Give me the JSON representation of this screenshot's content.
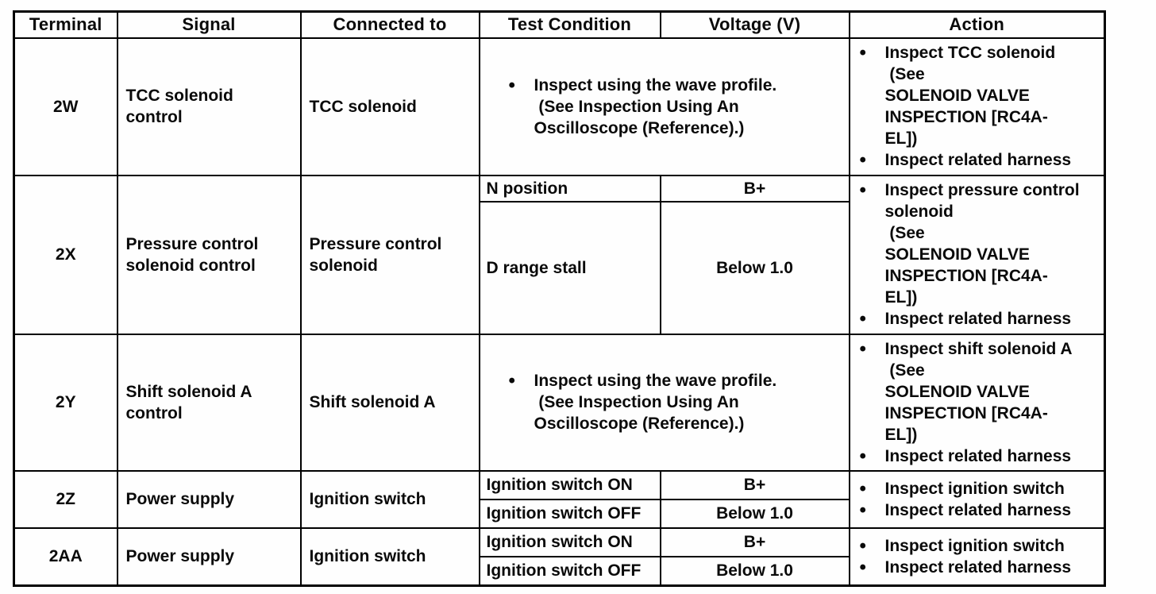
{
  "ui": {
    "bullet": "•"
  },
  "table": {
    "headers": {
      "terminal": "Terminal",
      "signal": "Signal",
      "connected_to": "Connected to",
      "test_condition": "Test Condition",
      "voltage": "Voltage (V)",
      "action": "Action"
    },
    "rows": [
      {
        "terminal": "2W",
        "signal": "TCC solenoid control",
        "connected_to": "TCC solenoid",
        "test_condition_note": "Inspect using the wave profile.\n (See Inspection Using An\nOscilloscope (Reference).)",
        "actions": [
          "Inspect TCC solenoid\n (See\nSOLENOID VALVE\nINSPECTION [RC4A-\nEL])",
          "Inspect related harness"
        ]
      },
      {
        "terminal": "2X",
        "signal": "Pressure control solenoid control",
        "connected_to": "Pressure control solenoid",
        "conditions": [
          {
            "test_condition": "N position",
            "voltage": "B+"
          },
          {
            "test_condition": "D range stall",
            "voltage": "Below 1.0"
          }
        ],
        "actions": [
          "Inspect pressure control solenoid\n (See\nSOLENOID VALVE\nINSPECTION [RC4A-\nEL])",
          "Inspect related harness"
        ]
      },
      {
        "terminal": "2Y",
        "signal": "Shift solenoid A control",
        "connected_to": "Shift solenoid A",
        "test_condition_note": "Inspect using the wave profile.\n (See Inspection Using An\nOscilloscope (Reference).)",
        "actions": [
          "Inspect shift solenoid A\n (See\nSOLENOID VALVE\nINSPECTION [RC4A-\nEL])",
          "Inspect related harness"
        ]
      },
      {
        "terminal": "2Z",
        "signal": "Power supply",
        "connected_to": "Ignition switch",
        "conditions": [
          {
            "test_condition": "Ignition switch ON",
            "voltage": "B+"
          },
          {
            "test_condition": "Ignition switch OFF",
            "voltage": "Below 1.0"
          }
        ],
        "actions": [
          "Inspect ignition switch",
          "Inspect related harness"
        ]
      },
      {
        "terminal": "2AA",
        "signal": "Power supply",
        "connected_to": "Ignition switch",
        "conditions": [
          {
            "test_condition": "Ignition switch ON",
            "voltage": "B+"
          },
          {
            "test_condition": "Ignition switch OFF",
            "voltage": "Below 1.0"
          }
        ],
        "actions": [
          "Inspect ignition switch",
          "Inspect related harness"
        ]
      }
    ]
  }
}
